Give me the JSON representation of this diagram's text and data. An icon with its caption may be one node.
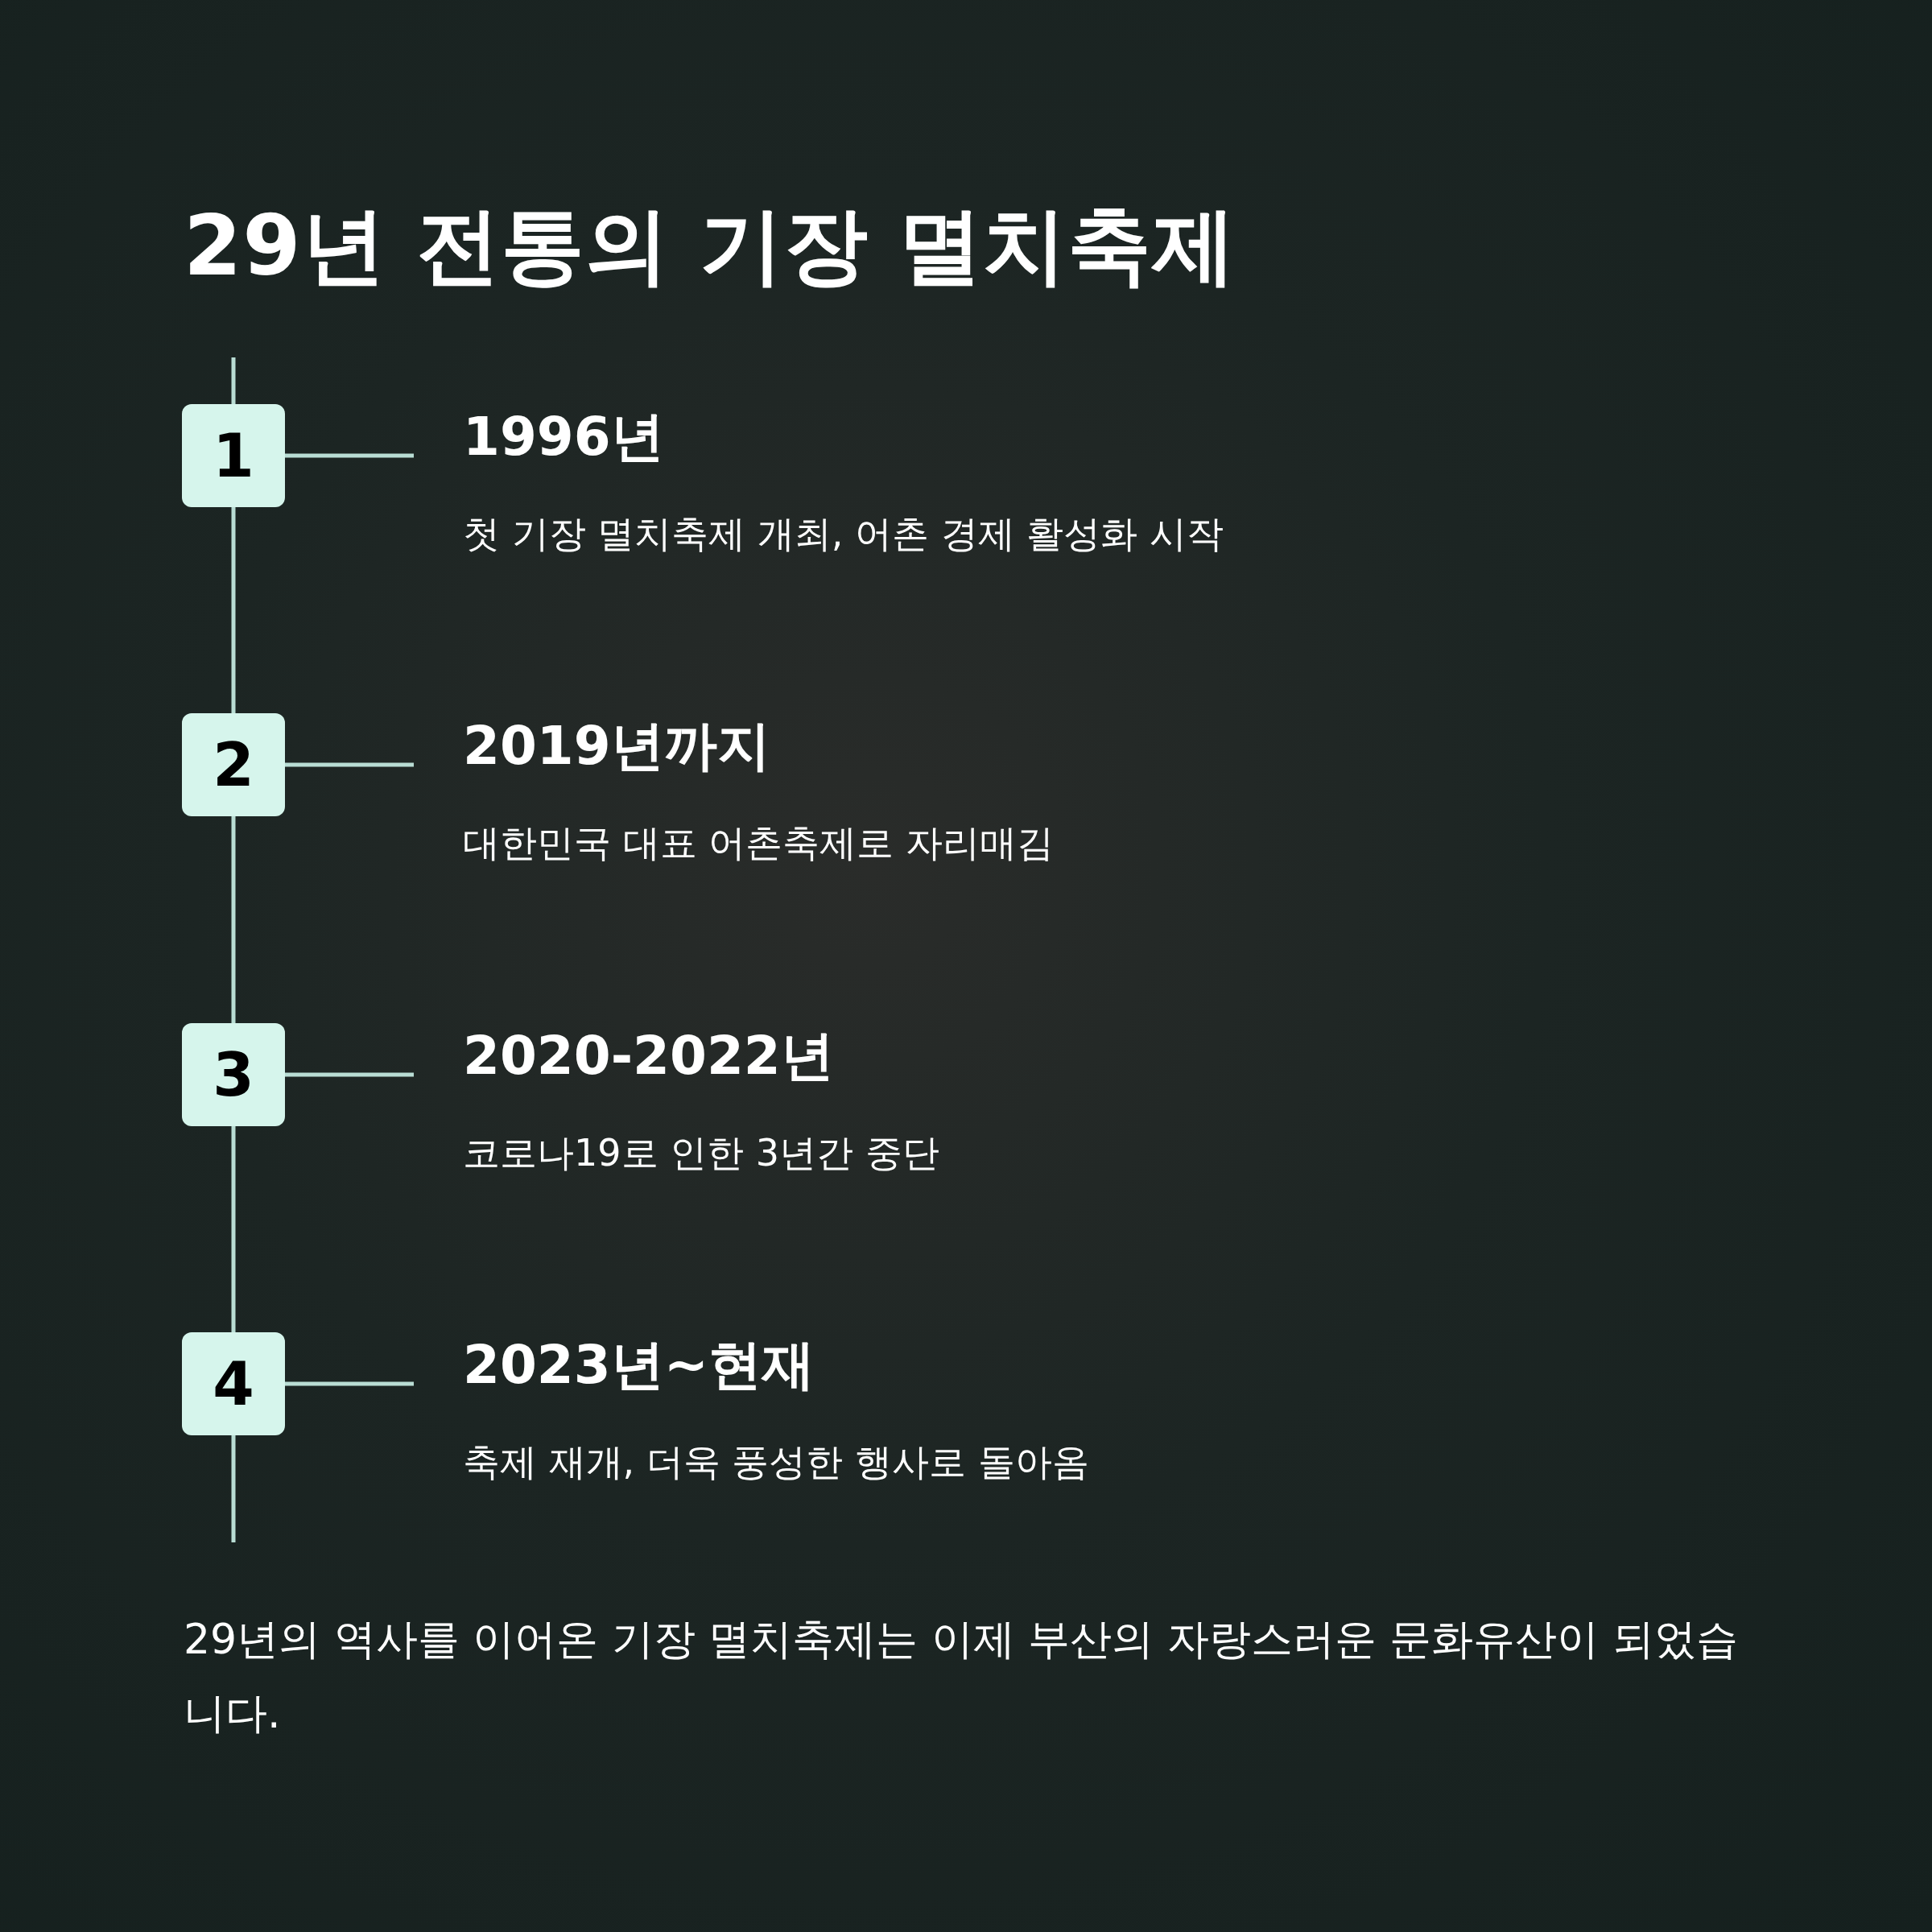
{
  "diagram": {
    "title": "29년 전통의 기장 멸치축제",
    "nodes": [
      {
        "text": [
          "1"
        ]
      },
      {
        "text": [
          "1996년",
          "첫 기장 멸치축제 개최, 어촌 경제 활성화 시작"
        ]
      },
      {
        "text": [
          "2"
        ]
      },
      {
        "text": [
          "2019년까지",
          "대한민국 대표 어촌축제로 자리매김"
        ]
      },
      {
        "text": [
          "3"
        ]
      },
      {
        "text": [
          "2020-2022년",
          "코로나19로 인한 3년간 중단"
        ]
      },
      {
        "text": [
          "4"
        ]
      },
      {
        "text": [
          "2023년~현재",
          "축제 재개, 더욱 풍성한 행사로 돌아옴"
        ]
      }
    ],
    "edges": [
      {
        "from": null,
        "to": 0,
        "arrow": "none"
      },
      {
        "from": 0,
        "to": 1,
        "arrow": "none"
      },
      {
        "from": 0,
        "to": 2,
        "arrow": "none"
      },
      {
        "from": 2,
        "to": 3,
        "arrow": "none"
      },
      {
        "from": 2,
        "to": 4,
        "arrow": "none"
      },
      {
        "from": 4,
        "to": 5,
        "arrow": "none"
      },
      {
        "from": 4,
        "to": 6,
        "arrow": "none"
      },
      {
        "from": 6,
        "to": 7,
        "arrow": "none"
      },
      {
        "from": 6,
        "to": null,
        "arrow": "none"
      }
    ],
    "labels": [
      "29년의 역사를 이어온 기장 멸치축제는 이제 부산의 자랑스러운 문화유산이 되었습니다."
    ]
  }
}
